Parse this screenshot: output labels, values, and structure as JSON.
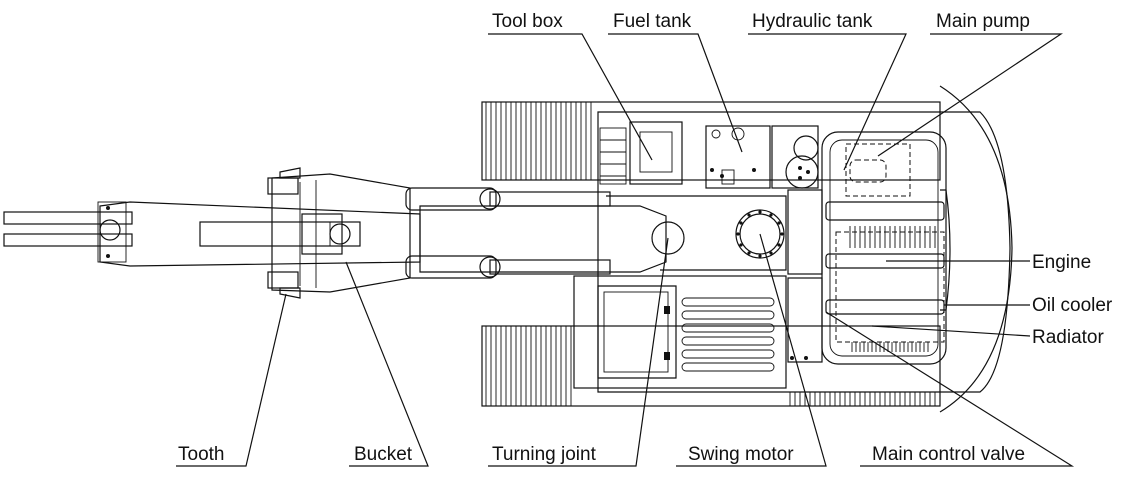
{
  "labels": {
    "tool_box": "Tool box",
    "fuel_tank": "Fuel tank",
    "hydraulic_tank": "Hydraulic tank",
    "main_pump": "Main pump",
    "engine": "Engine",
    "oil_cooler": "Oil cooler",
    "radiator": "Radiator",
    "tooth": "Tooth",
    "bucket": "Bucket",
    "turning_joint": "Turning joint",
    "swing_motor": "Swing motor",
    "main_control_valve": "Main control valve"
  }
}
